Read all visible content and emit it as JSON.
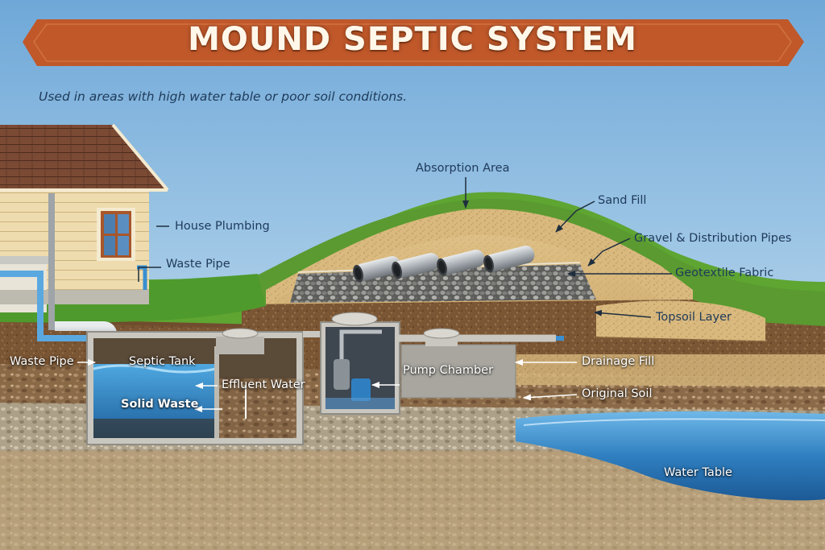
{
  "title": "MOUND SEPTIC SYSTEM",
  "subtitle": "Used in areas with high water table or poor soil conditions.",
  "labels": {
    "house_plumbing": "House Plumbing",
    "waste_pipe_house": "Waste Pipe",
    "waste_pipe_tank": "Waste Pipe",
    "septic_tank": "Septic Tank",
    "effluent_water": "Effluent Water",
    "solid_waste": "Solid Waste",
    "pump_chamber": "Pump Chamber",
    "absorption_area": "Absorption Area",
    "sand_fill": "Sand Fill",
    "gravel_pipes": "Gravel & Distribution Pipes",
    "geotextile": "Geotextile Fabric",
    "topsoil": "Topsoil Layer",
    "drainage_fill": "Drainage Fill",
    "original_soil": "Original Soil",
    "water_table": "Water Table"
  },
  "colors": {
    "banner": "#c0582a",
    "sky_top": "#6fa8d8",
    "grass": "#4f9a2c",
    "water": "#2f7fc0",
    "sand": "#d8b67a",
    "soil": "#7a5232"
  }
}
